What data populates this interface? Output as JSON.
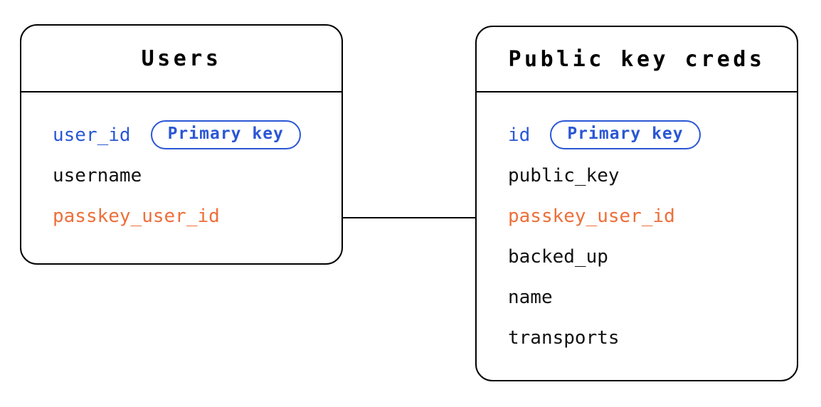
{
  "tables": [
    {
      "title": "Users",
      "fields": [
        {
          "name": "user_id",
          "role": "primary-key",
          "badge": "Primary key"
        },
        {
          "name": "username"
        },
        {
          "name": "passkey_user_id",
          "role": "linked"
        }
      ]
    },
    {
      "title": "Public key creds",
      "fields": [
        {
          "name": "id",
          "role": "primary-key",
          "badge": "Primary key"
        },
        {
          "name": "public_key"
        },
        {
          "name": "passkey_user_id",
          "role": "linked"
        },
        {
          "name": "backed_up"
        },
        {
          "name": "name"
        },
        {
          "name": "transports"
        }
      ]
    }
  ],
  "relationship": {
    "from_table": "Users",
    "from_field": "passkey_user_id",
    "to_table": "Public key creds",
    "to_field": "passkey_user_id"
  },
  "colors": {
    "primary_key_blue": "#2B57D5",
    "linked_field_orange": "#ED6F3A",
    "line_black": "#000000",
    "text_black": "#111111",
    "background": "#FFFFFF"
  }
}
